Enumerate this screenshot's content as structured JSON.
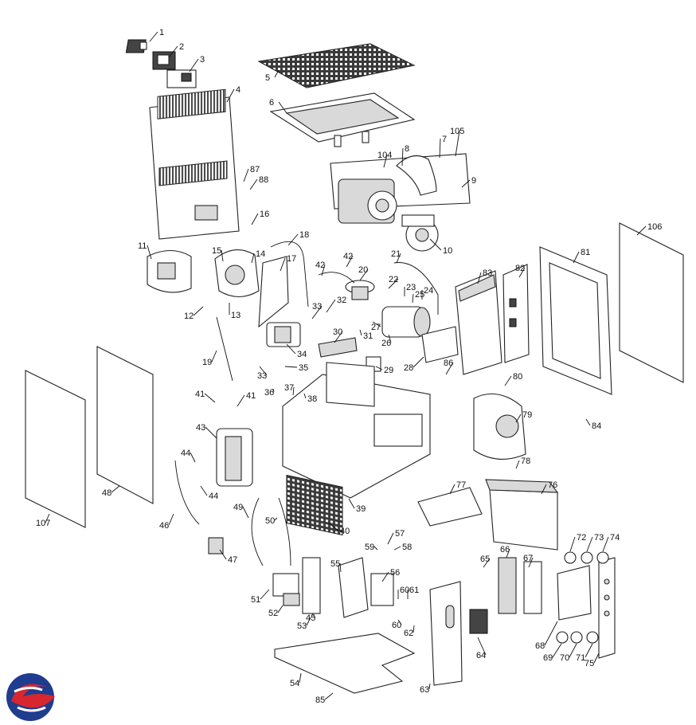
{
  "diagram": {
    "part_numbers": [
      "1",
      "2",
      "3",
      "4",
      "5",
      "6",
      "7",
      "8",
      "9",
      "10",
      "11",
      "12",
      "13",
      "14",
      "15",
      "16",
      "17",
      "18",
      "19",
      "20",
      "21",
      "22",
      "23",
      "24",
      "25",
      "26",
      "27",
      "28",
      "29",
      "30",
      "31",
      "32",
      "33",
      "34",
      "35",
      "36",
      "37",
      "38",
      "39",
      "40",
      "41",
      "42",
      "43",
      "44",
      "45",
      "46",
      "47",
      "48",
      "49",
      "50",
      "51",
      "52",
      "53",
      "54",
      "55",
      "56",
      "57",
      "58",
      "59",
      "60",
      "61",
      "62",
      "63",
      "64",
      "65",
      "66",
      "67",
      "68",
      "69",
      "70",
      "71",
      "72",
      "73",
      "74",
      "75",
      "76",
      "77",
      "78",
      "79",
      "80",
      "81",
      "82",
      "83",
      "84",
      "85",
      "86",
      "87",
      "88",
      "104",
      "105",
      "106",
      "107"
    ]
  },
  "logo": {
    "icon": "brand-swirl-logo-icon",
    "colors": [
      "#1f3c8f",
      "#d7262e"
    ]
  }
}
